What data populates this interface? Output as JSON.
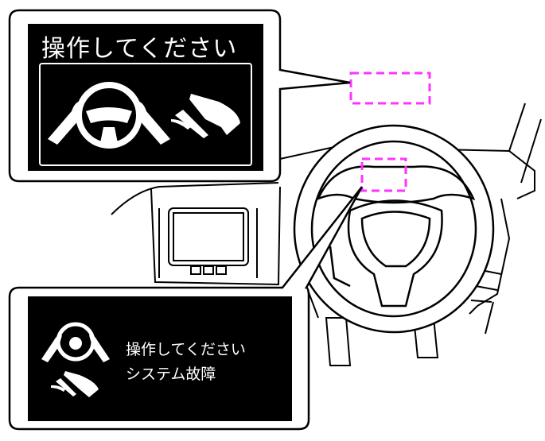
{
  "top_display": {
    "message": "操作してください",
    "icons": [
      "hands-on-steering-wheel-icon",
      "foot-on-pedal-icon"
    ]
  },
  "bottom_display": {
    "line1": "操作してください",
    "line2": "システム故障",
    "icons": [
      "hands-on-steering-wheel-icon",
      "foot-on-pedal-icon"
    ]
  },
  "colors": {
    "highlight": "#ff33ff",
    "panel": "#000000",
    "line": "#000000"
  }
}
